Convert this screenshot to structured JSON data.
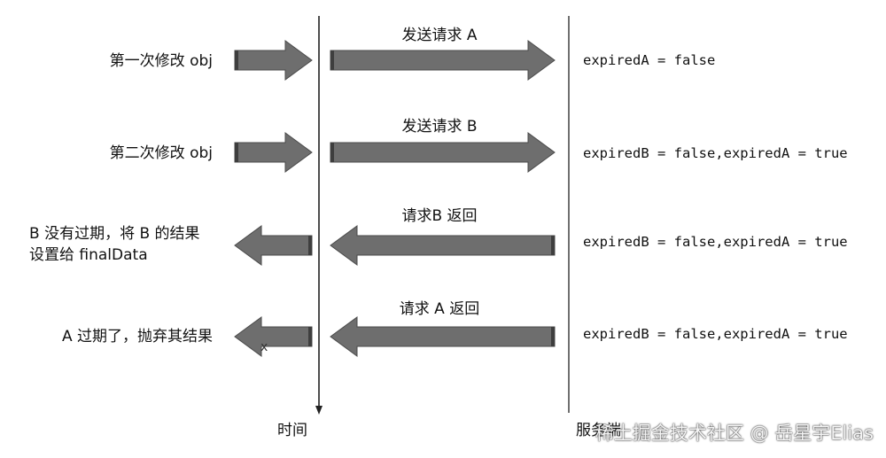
{
  "steps": [
    {
      "left_label_lines": [
        "第一次修改 obj"
      ],
      "request_label": "发送请求 A",
      "server_state": "expiredA = false",
      "direction": "to-server"
    },
    {
      "left_label_lines": [
        "第二次修改 obj"
      ],
      "request_label": "发送请求 B",
      "server_state": "expiredB = false,expiredA = true",
      "direction": "to-server"
    },
    {
      "left_label_lines": [
        "B 没有过期，将 B 的结果",
        "设置给 finalData"
      ],
      "request_label": "请求B 返回",
      "server_state": "expiredB = false,expiredA = true",
      "direction": "to-client"
    },
    {
      "left_label_lines": [
        "A 过期了，抛弃其结果"
      ],
      "request_label": "请求 A 返回",
      "server_state": "expiredB = false,expiredA = true",
      "direction": "to-client"
    }
  ],
  "discard_mark": "x",
  "axis": {
    "time_label": "时间",
    "server_label": "服务端"
  },
  "watermark": "稀土掘金技术社区 @ 岳星宇Elias",
  "colors": {
    "arrow": "#6e6e6e",
    "arrow_edge": "#4a4a4a",
    "line": "#222222"
  }
}
